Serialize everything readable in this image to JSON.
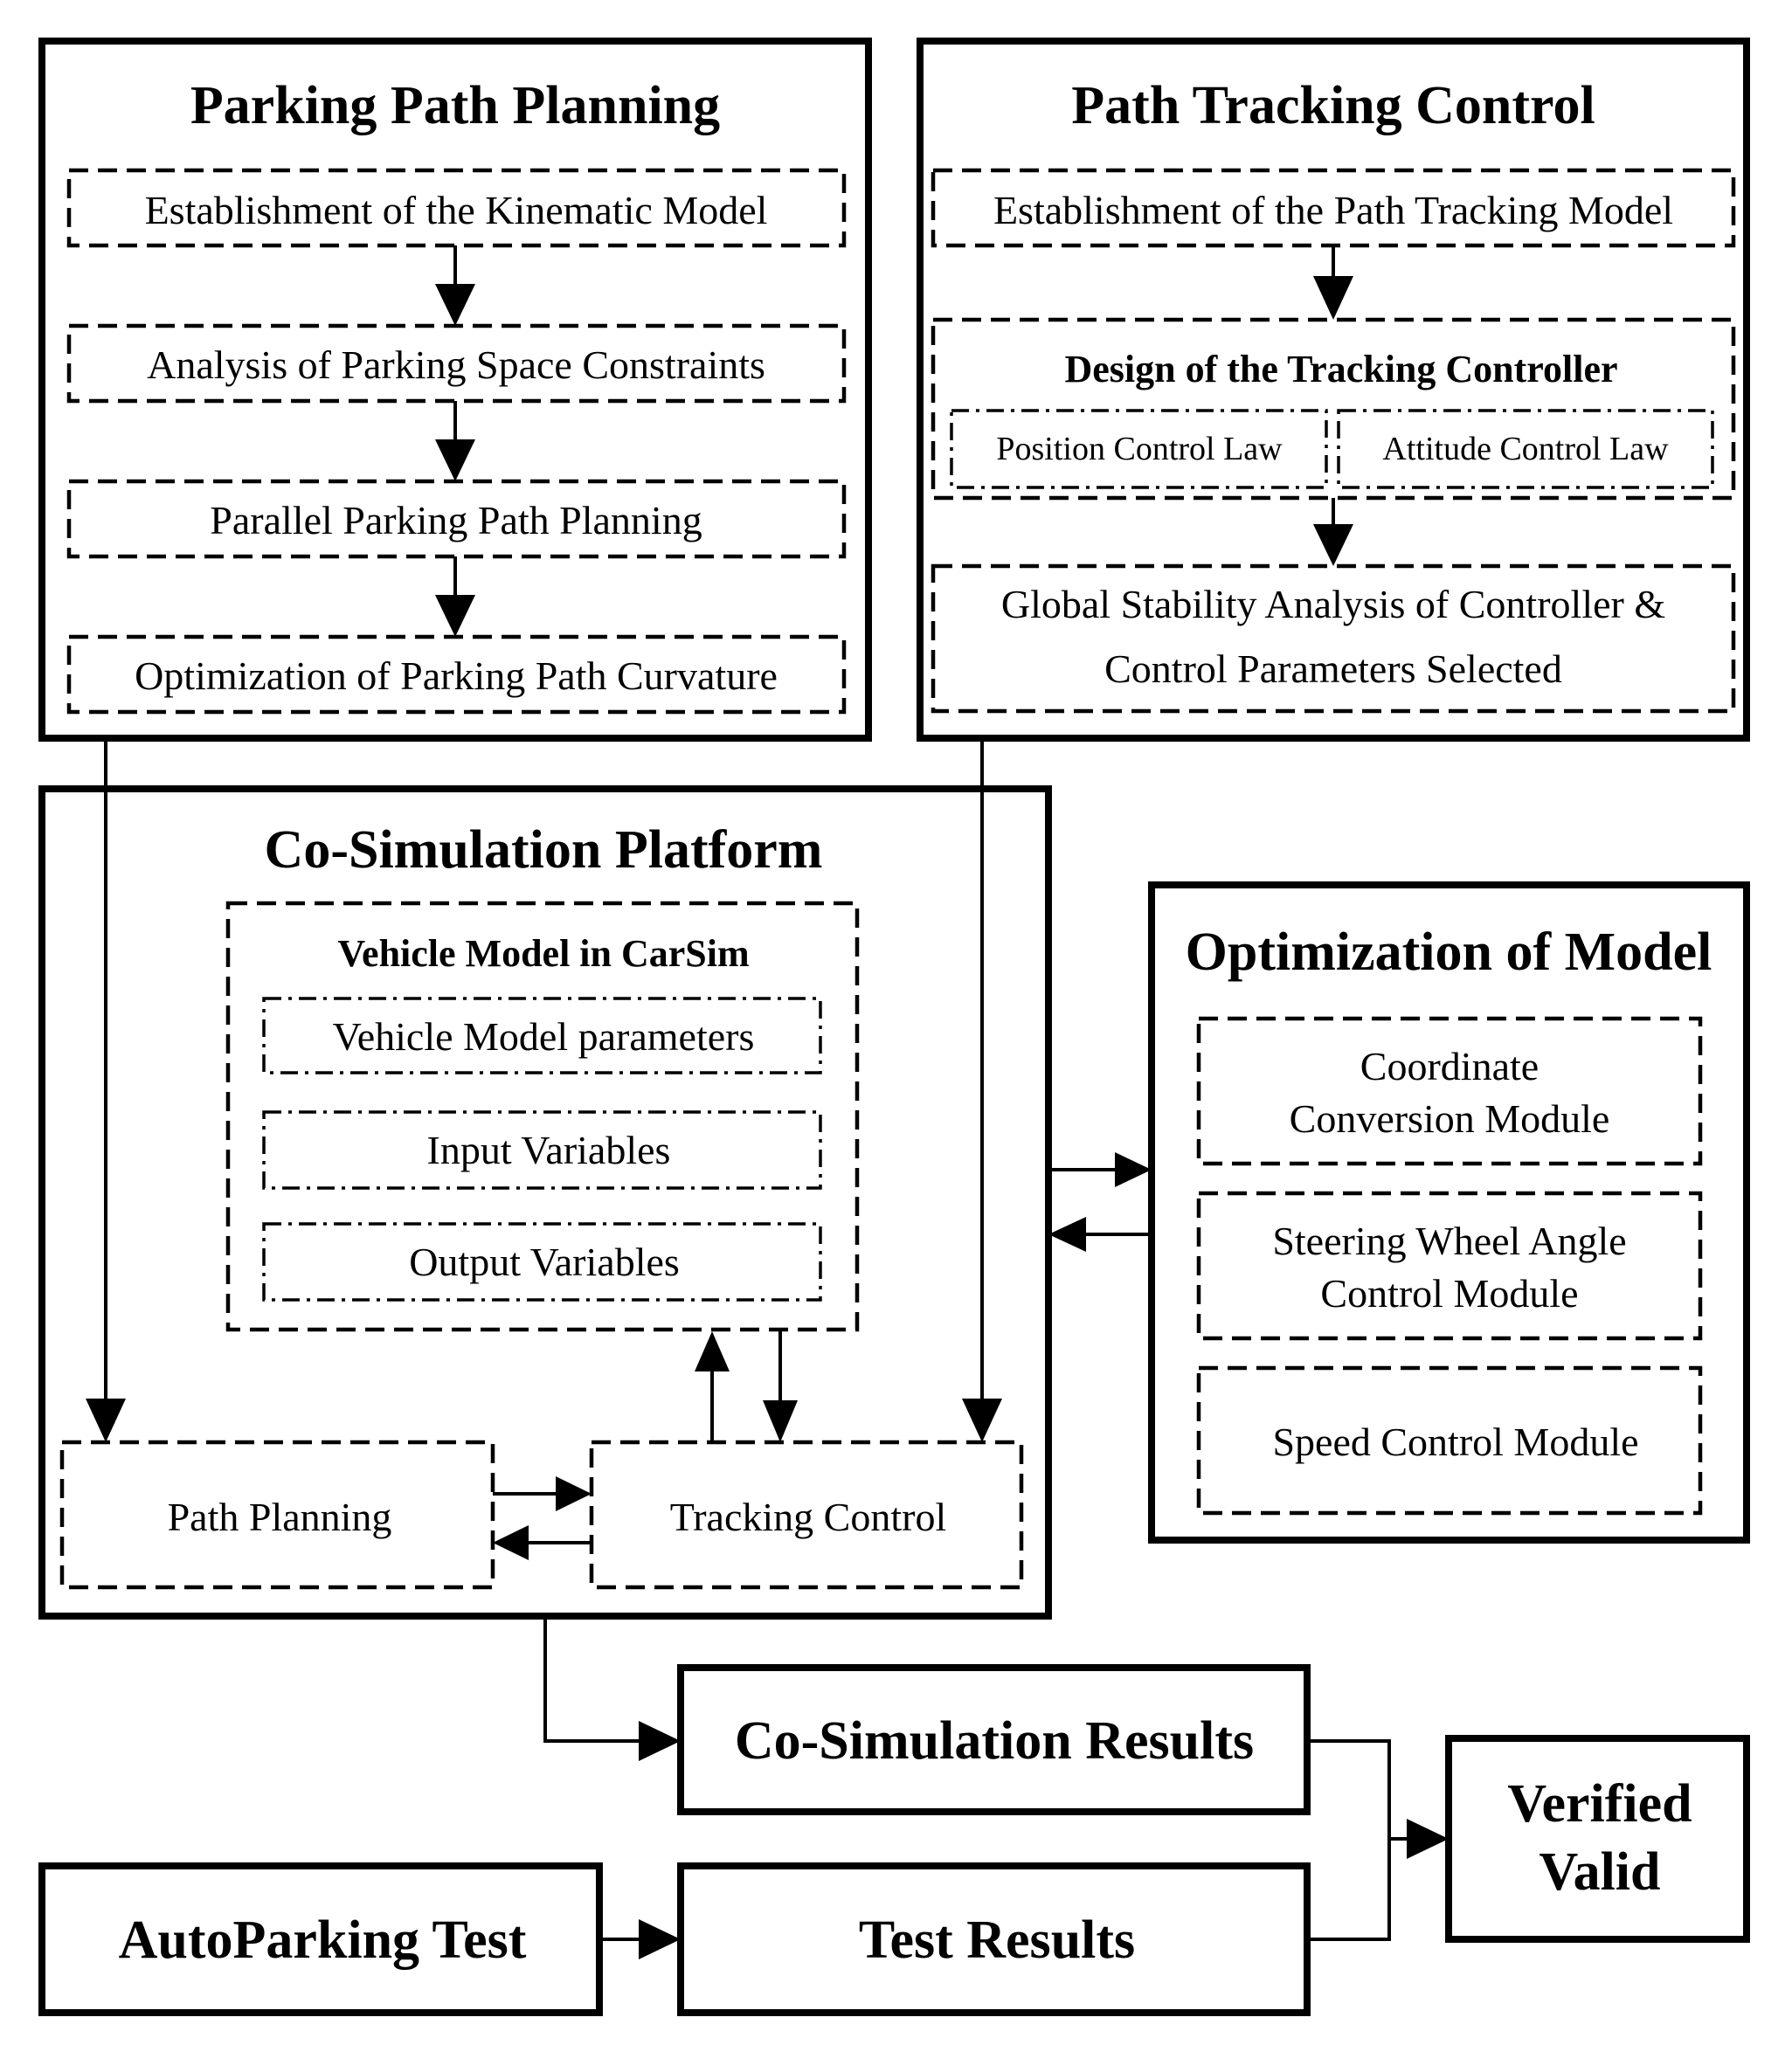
{
  "parking_path_planning": {
    "title": "Parking Path Planning",
    "steps": [
      "Establishment of the Kinematic Model",
      "Analysis of Parking Space Constraints",
      "Parallel Parking Path Planning",
      "Optimization of Parking Path Curvature"
    ]
  },
  "path_tracking_control": {
    "title": "Path Tracking Control",
    "step1": "Establishment of the Path Tracking Model",
    "controller_title": "Design of the Tracking Controller",
    "position_law": "Position Control Law",
    "attitude_law": "Attitude Control Law",
    "stability_line1": "Global Stability Analysis of Controller &",
    "stability_line2": "Control Parameters Selected"
  },
  "co_simulation": {
    "title": "Co-Simulation Platform",
    "vehicle_model_title": "Vehicle Model in CarSim",
    "vehicle_params": "Vehicle Model parameters",
    "input_vars": "Input Variables",
    "output_vars": "Output Variables",
    "path_planning": "Path Planning",
    "tracking_control": "Tracking Control"
  },
  "optimization_of_model": {
    "title": "Optimization of Model",
    "coord_line1": "Coordinate",
    "coord_line2": "Conversion Module",
    "steer_line1": "Steering Wheel Angle",
    "steer_line2": "Control Module",
    "speed": "Speed Control Module"
  },
  "results": {
    "co_sim_results": "Co-Simulation Results",
    "autoparking_test": "AutoParking Test",
    "test_results": "Test Results",
    "verified_line1": "Verified",
    "verified_line2": "Valid"
  }
}
